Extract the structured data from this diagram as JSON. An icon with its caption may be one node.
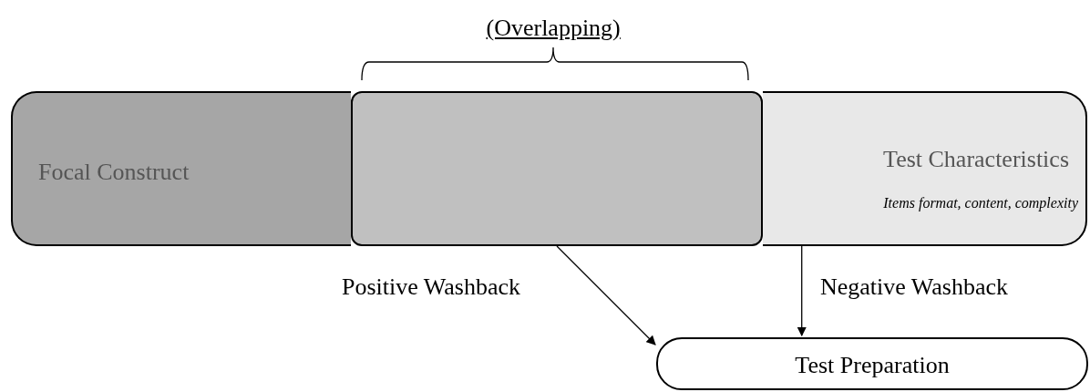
{
  "diagram": {
    "nodes": [
      {
        "text": [
          "Focal Construct"
        ]
      },
      {
        "text": [
          "Test Characteristics",
          "Items format, content, complexity"
        ]
      },
      {
        "text": [],
        "shape": "box"
      },
      {
        "text": [
          "Test Preparation"
        ]
      }
    ],
    "edges": [
      {
        "from": 2,
        "to": 3,
        "arrow": "to",
        "label": "Positive Washback"
      },
      {
        "from": 1,
        "to": 3,
        "arrow": "to",
        "label": "Negative Washback"
      }
    ],
    "labels": [
      "(Overlapping)"
    ]
  }
}
